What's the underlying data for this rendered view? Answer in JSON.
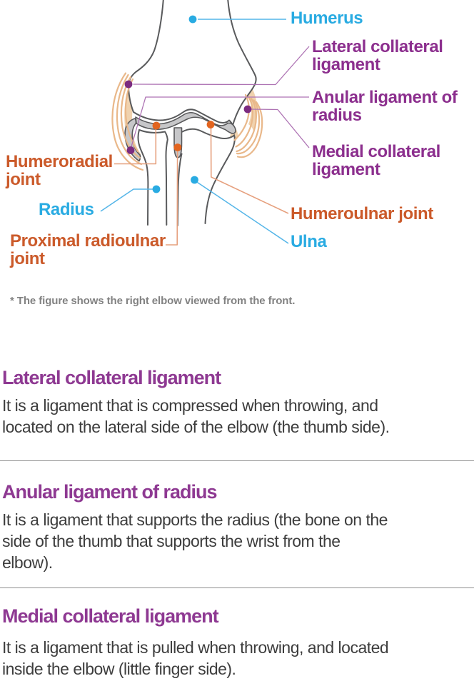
{
  "diagram": {
    "labels": {
      "humerus": {
        "text": "Humerus"
      },
      "lateral_collateral_ligament": {
        "text": "Lateral collateral\nligament"
      },
      "anular_ligament_of_radius": {
        "text": "Anular ligament of\nradius"
      },
      "medial_collateral_ligament": {
        "text": "Medial collateral\nligament"
      },
      "humeroradial_joint": {
        "text": "Humeroradial\njoint"
      },
      "radius": {
        "text": "Radius"
      },
      "proximal_radioulnar_joint": {
        "text": "Proximal radioulnar\njoint"
      },
      "humeroulnar_joint": {
        "text": "Humeroulnar joint"
      },
      "ulna": {
        "text": "Ulna"
      }
    },
    "note": "* The figure shows the right elbow viewed from the front.",
    "colors": {
      "bone_label_blue": "#29abe2",
      "ligament_label_purple": "#8c2f8e",
      "joint_label_orange": "#cb5a2a",
      "ligament_arc_orange": "#e9b88a",
      "cartilage_gray": "#c7c7c9",
      "bone_outline_gray": "#595a5c",
      "leader_salmon": "#e6a07e",
      "marker_purple": "#7c2b80",
      "marker_orange": "#e2641f"
    }
  },
  "sections": [
    {
      "heading": "Lateral collateral ligament",
      "body": "It is a ligament that is compressed when throwing, and\nlocated on the lateral side of the elbow (the thumb side)."
    },
    {
      "heading": "Anular ligament of radius",
      "body": "It is a ligament that supports the radius (the bone on the\nside of the thumb that supports the wrist from the\nelbow)."
    },
    {
      "heading": "Medial collateral ligament",
      "body": "It is a ligament that is pulled when throwing, and located\ninside the elbow (little finger side)."
    }
  ]
}
